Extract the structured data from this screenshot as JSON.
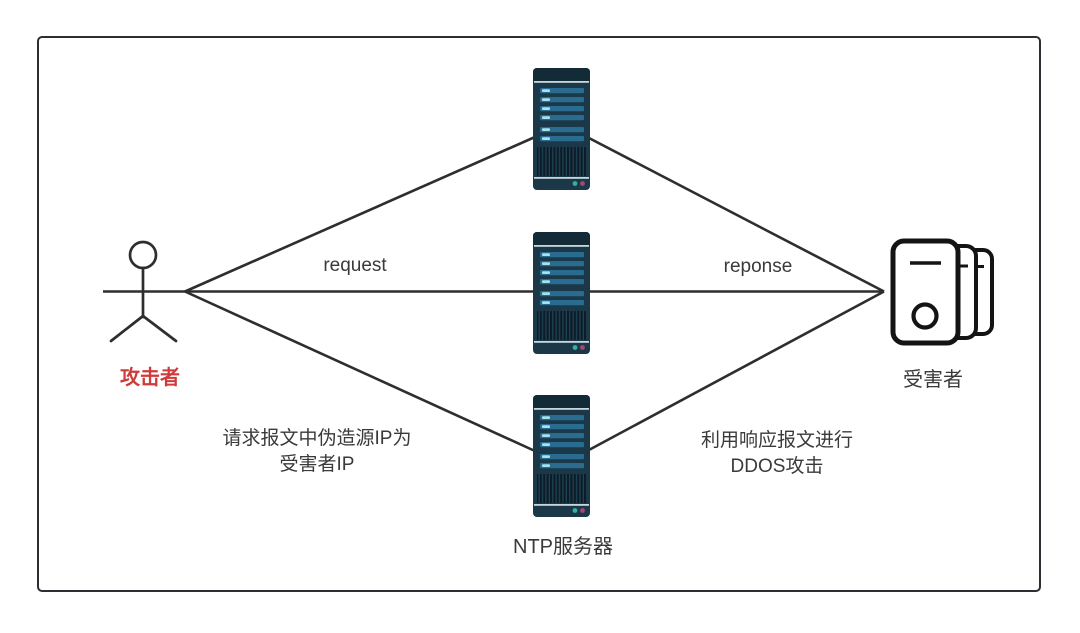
{
  "diagram": {
    "title_hint": "NTP reflection DDoS attack diagram",
    "attacker": {
      "label": "攻击者"
    },
    "ntp_servers": {
      "label": "NTP服务器",
      "count": 3
    },
    "victim": {
      "label": "受害者"
    },
    "flows": {
      "request_label": "request",
      "response_label": "reponse"
    },
    "annotations": {
      "request_note_line1": "请求报文中伪造源IP为",
      "request_note_line2": "受害者IP",
      "response_note_line1": "利用响应报文进行",
      "response_note_line2": "DDOS攻击"
    }
  },
  "colors": {
    "attacker_label": "#cf3a3a",
    "text": "#3a3a3a",
    "line": "#2e2e2e",
    "frame_border": "#2b2e33",
    "server_body": "#1a3847",
    "server_cap": "#132b37",
    "server_slot": "#296c8f",
    "server_slot_tab": "#a8e2ee",
    "server_led_green": "#35b295",
    "server_led_magenta": "#a64677"
  }
}
